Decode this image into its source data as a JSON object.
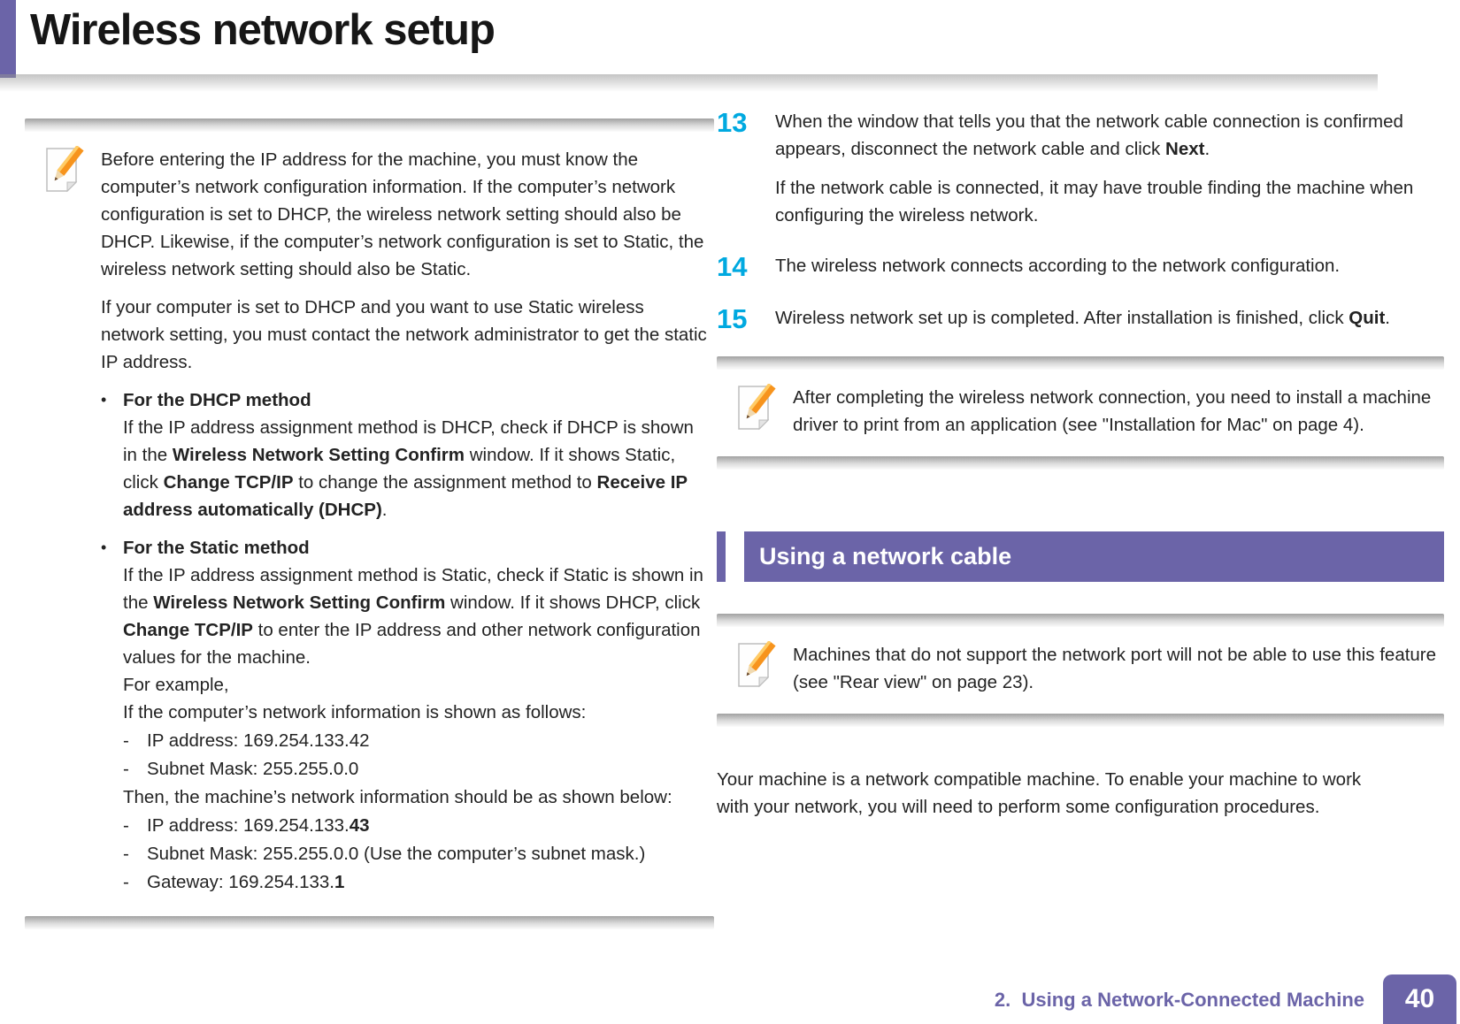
{
  "page": {
    "title": "Wireless network setup",
    "accent_color": "#6b64a8",
    "step_number_color": "#00a9e0",
    "footer": {
      "chapter": "2.  Using a Network-Connected Machine",
      "page_number": "40"
    }
  },
  "left_note": {
    "icon": "note-pencil-icon",
    "p1": "Before entering the IP address for the machine, you must know the computer’s network configuration information. If the computer’s network configuration is set to DHCP, the wireless network setting should also be DHCP. Likewise, if the computer’s network configuration is set to Static, the wireless network setting should also be Static.",
    "p2": "If your computer is set to DHCP and you want to use Static wireless network setting, you must contact the network administrator to get the static IP address.",
    "bullet_marker": "•",
    "dash_marker": "-",
    "dhcp_title": "For the DHCP method",
    "dhcp_body": [
      {
        "t": "If the IP address assignment method is DHCP, check if DHCP is shown in the "
      },
      {
        "t": "Wireless Network Setting Confirm",
        "b": true
      },
      {
        "t": " window. If it shows Static, click "
      },
      {
        "t": "Change TCP/IP",
        "b": true
      },
      {
        "t": " to change the assignment method to "
      },
      {
        "t": "Receive IP address automatically (DHCP)",
        "b": true
      },
      {
        "t": "."
      }
    ],
    "static_title": "For the Static method",
    "static_body": [
      {
        "t": "If the IP address assignment method is Static, check if Static is shown in the "
      },
      {
        "t": "Wireless Network Setting Confirm",
        "b": true
      },
      {
        "t": " window. If it shows DHCP, click "
      },
      {
        "t": "Change TCP/IP",
        "b": true
      },
      {
        "t": " to enter the IP address and other network configuration values for the machine."
      }
    ],
    "example_intro": "For example,",
    "example_condition": "If the computer’s network information is shown as follows:",
    "dash_items_before": [
      [
        {
          "t": "IP address: 169.254.133.42"
        }
      ],
      [
        {
          "t": "Subnet Mask: 255.255.0.0"
        }
      ]
    ],
    "then_line": "Then, the machine’s network information should be as shown below:",
    "dash_items_after": [
      [
        {
          "t": "IP address: 169.254.133."
        },
        {
          "t": "43",
          "b": true
        }
      ],
      [
        {
          "t": "Subnet Mask: 255.255.0.0 (Use the computer’s subnet mask.)"
        }
      ],
      [
        {
          "t": "Gateway: 169.254.133."
        },
        {
          "t": "1",
          "b": true
        }
      ]
    ]
  },
  "steps": [
    {
      "num": "13",
      "paragraphs": [
        [
          {
            "t": "When the window that tells you that the network cable connection is confirmed appears, disconnect the network cable and click "
          },
          {
            "t": "Next",
            "b": true
          },
          {
            "t": "."
          }
        ],
        [
          {
            "t": "If the network cable is connected, it may have trouble finding the machine when configuring the wireless network."
          }
        ]
      ]
    },
    {
      "num": "14",
      "paragraphs": [
        [
          {
            "t": "The wireless network connects according to the network configuration."
          }
        ]
      ]
    },
    {
      "num": "15",
      "paragraphs": [
        [
          {
            "t": "Wireless network set up is completed. After installation is finished, click "
          },
          {
            "t": "Quit",
            "b": true
          },
          {
            "t": "."
          }
        ]
      ]
    }
  ],
  "note_driver": "After completing the wireless network connection, you need to install a machine driver to print from an application (see \"Installation for Mac\" on page 4).",
  "section_header": "Using a network cable",
  "note_network_port": "Machines that do not support the network port will not be able to use this feature (see \"Rear view\" on page 23).",
  "closing_paragraph": "Your machine is a network compatible machine. To enable your machine to work with your network, you will need to perform some configuration procedures."
}
